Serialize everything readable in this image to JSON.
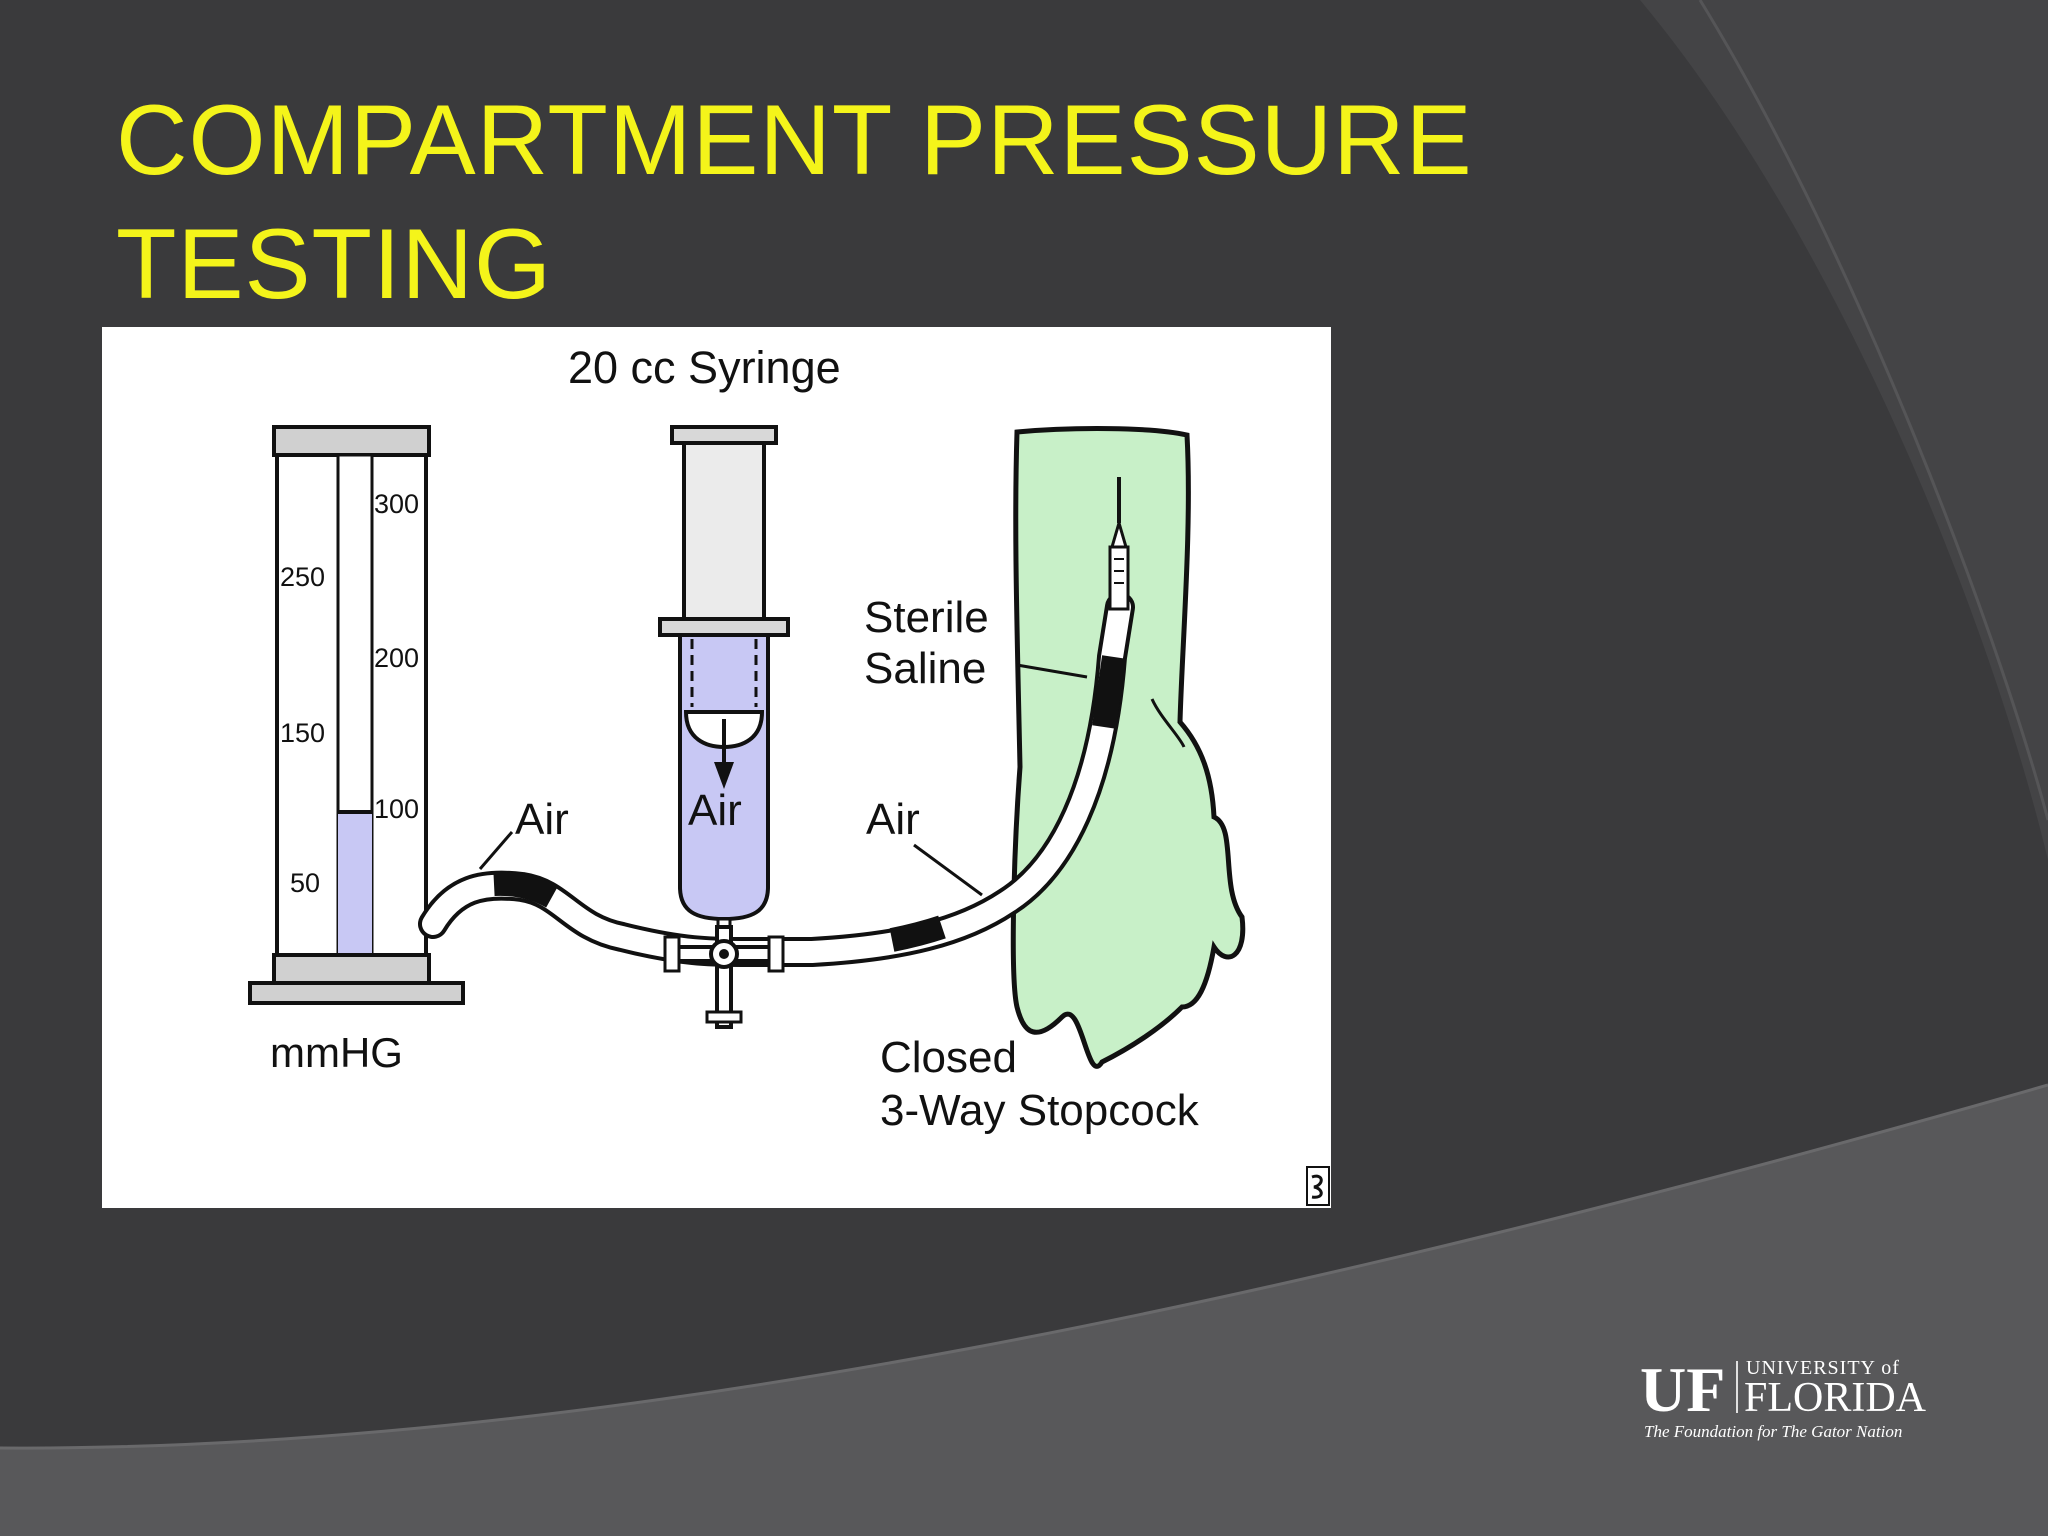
{
  "slide": {
    "title_lines": [
      "COMPARTMENT PRESSURE",
      "TESTING"
    ],
    "colors": {
      "background": "#3a3a3c",
      "title": "#f4f41a",
      "arc_light": "#5a5a5c"
    }
  },
  "diagram": {
    "syringe_label": "20 cc Syringe",
    "manometer": {
      "scale_left": [
        "250",
        "150",
        "50"
      ],
      "scale_right": [
        "300",
        "200",
        "100"
      ],
      "unit_label": "mmHG",
      "fluid_level_mmhg": 100
    },
    "air_left": "Air",
    "air_syringe": "Air",
    "air_right": "Air",
    "sterile_saline": [
      "Sterile",
      "Saline"
    ],
    "stopcock_label": [
      "Closed",
      "3-Way Stopcock"
    ],
    "colors": {
      "fluid": "#c8c8f4",
      "arm": "#c8f0c8",
      "outline": "#111111"
    }
  },
  "logo": {
    "mark": "UF",
    "university_of": "UNIVERSITY of",
    "florida": "FLORIDA",
    "tagline": "The Foundation for The Gator Nation"
  }
}
